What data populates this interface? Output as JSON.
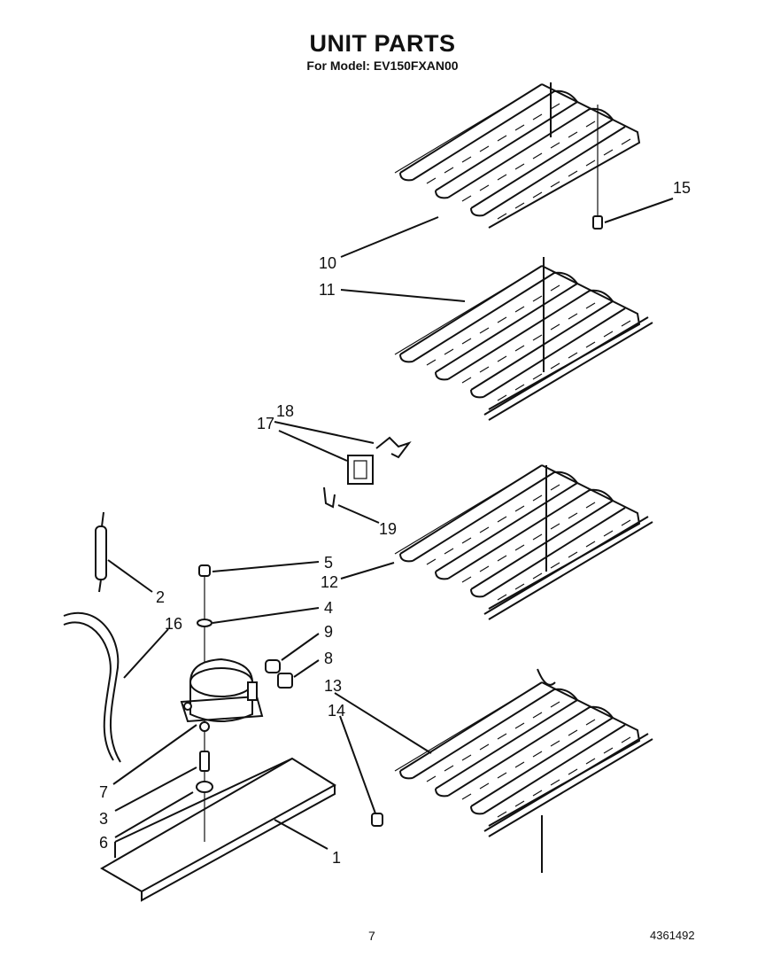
{
  "header": {
    "title": "UNIT PARTS",
    "subtitle": "For Model: EV150FXAN00"
  },
  "footer": {
    "page_number": "7",
    "doc_code": "4361492"
  },
  "callouts": {
    "c1": "1",
    "c2": "2",
    "c3": "3",
    "c4": "4",
    "c5": "5",
    "c6": "6",
    "c7": "7",
    "c8": "8",
    "c9": "9",
    "c10": "10",
    "c11": "11",
    "c12": "12",
    "c13": "13",
    "c14": "14",
    "c15": "15",
    "c16": "16",
    "c17": "17",
    "c18": "18",
    "c19": "19"
  }
}
